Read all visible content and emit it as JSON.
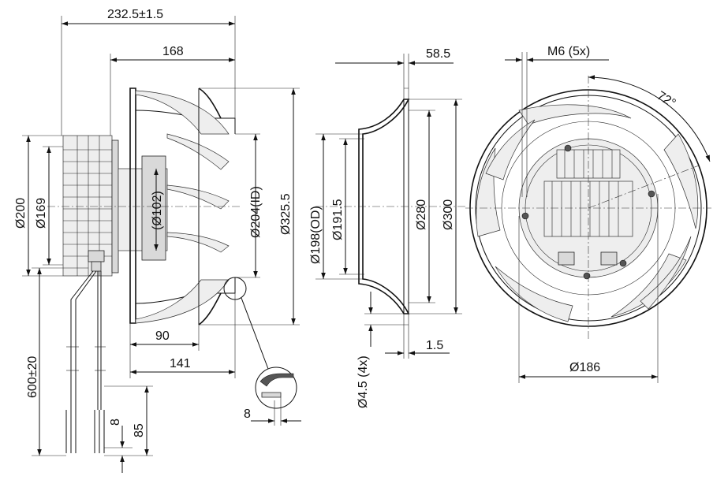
{
  "dims": {
    "overall_length": "232.5±1.5",
    "motor_length": "168",
    "d200": "Ø200",
    "d169": "Ø169",
    "cable_length": "600±20",
    "strip8": "8",
    "strip85": "85",
    "hub_d102": "(Ø102)",
    "d204_id": "Ø204(ID)",
    "d325_5": "Ø325.5",
    "len90": "90",
    "len141": "141",
    "detail8": "8",
    "ring_depth": "58.5",
    "d198_od": "Ø198(OD)",
    "d191_5": "Ø191.5",
    "d280": "Ø280",
    "d300": "Ø300",
    "holes": "Ø4.5 (4x)",
    "thickness": "1.5",
    "thread": "M6 (5x)",
    "angle": "72°",
    "bolt_circle": "Ø186"
  }
}
